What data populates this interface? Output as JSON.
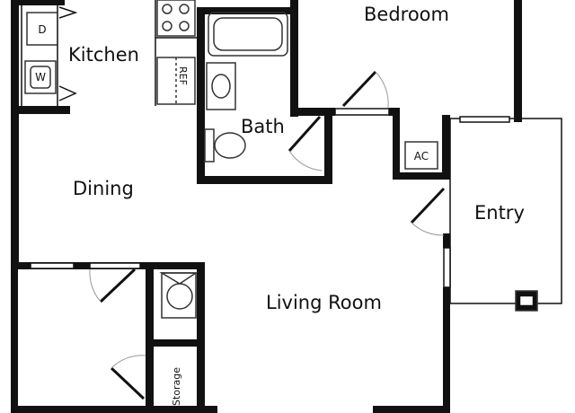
{
  "rooms": {
    "bedroom": "Bedroom",
    "kitchen": "Kitchen",
    "bath": "Bath",
    "dining": "Dining",
    "entry": "Entry",
    "living": "Living Room",
    "storage": "Storage"
  },
  "appliances": {
    "dryer": "D",
    "washer": "W",
    "refrigerator": "REF",
    "ac": "AC"
  },
  "colors": {
    "wall": "#111111",
    "fixture": "#333333",
    "background": "#ffffff"
  }
}
